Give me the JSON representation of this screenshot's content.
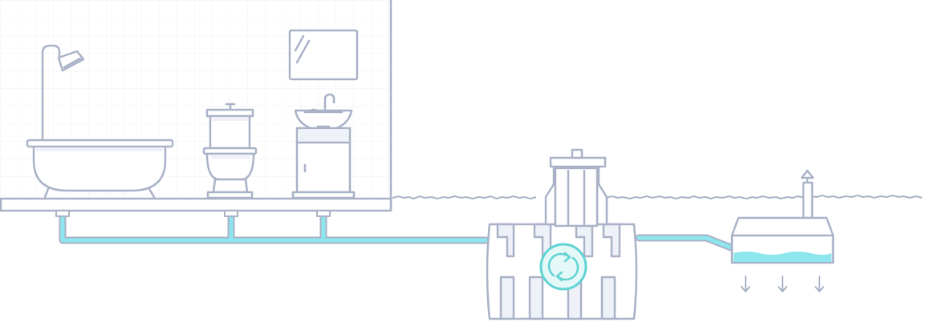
{
  "diagram": {
    "components": [
      {
        "id": "bathtub-shower",
        "icon": "bathtub-icon"
      },
      {
        "id": "toilet",
        "icon": "toilet-icon"
      },
      {
        "id": "washbasin-cabinet",
        "icon": "sink-icon"
      },
      {
        "id": "bathroom-mirror",
        "icon": "mirror-icon"
      },
      {
        "id": "septic-treatment-tank",
        "icon": "septic-tank-icon"
      },
      {
        "id": "recycle-cycle",
        "icon": "recycle-icon"
      },
      {
        "id": "infiltration-tank",
        "icon": "infiltration-tank-icon"
      }
    ],
    "flow": [
      {
        "from": "bathtub-shower",
        "to": "septic-treatment-tank"
      },
      {
        "from": "toilet",
        "to": "septic-treatment-tank"
      },
      {
        "from": "washbasin-cabinet",
        "to": "septic-treatment-tank"
      },
      {
        "from": "septic-treatment-tank",
        "to": "infiltration-tank"
      },
      {
        "from": "infiltration-tank",
        "to": "ground",
        "icon": "arrow-down-icon"
      }
    ]
  },
  "colors": {
    "outline": "#a9b2c7",
    "water": "#8de6ee",
    "cycle": "#62d3d3",
    "cycle_fill": "#e4f8f8",
    "grid": "#eef1f5",
    "panel_fill": "#eef1f8",
    "background": "#ffffff"
  }
}
